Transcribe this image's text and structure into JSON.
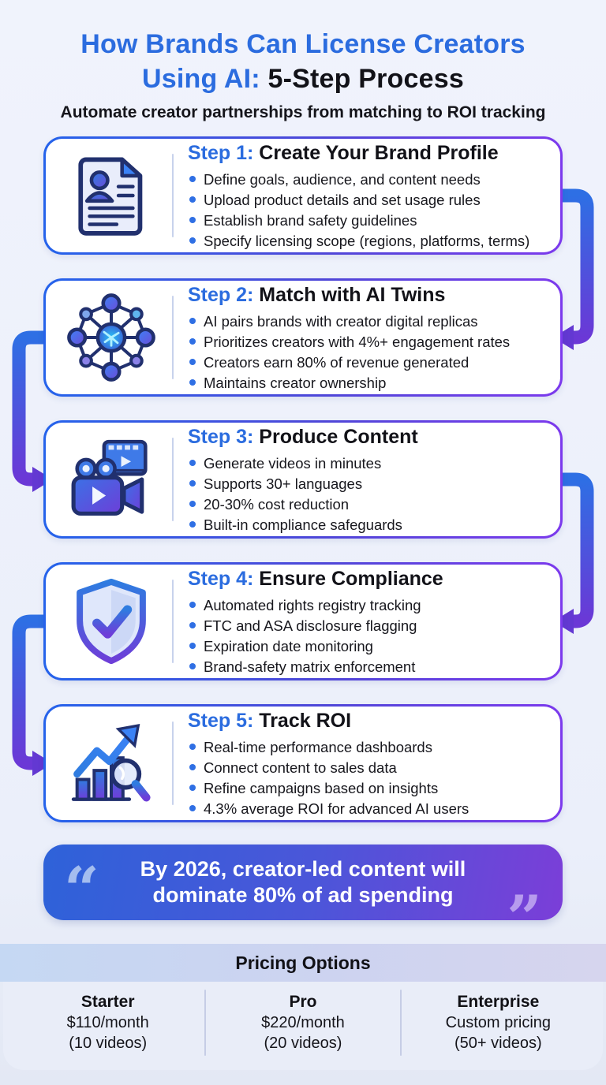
{
  "header": {
    "title_line1": "How Brands Can License Creators",
    "title_line2_blue": "Using AI:",
    "title_line2_dark": " 5-Step Process",
    "subtitle": "Automate creator partnerships from matching to ROI tracking"
  },
  "steps": [
    {
      "label": "Step 1:",
      "title": " Create Your Brand Profile",
      "icon": "profile-document-icon",
      "bullets": [
        "Define goals, audience, and content needs",
        "Upload product details and set usage rules",
        "Establish brand safety guidelines",
        "Specify licensing scope (regions, platforms, terms)"
      ]
    },
    {
      "label": "Step 2:",
      "title": " Match with AI Twins",
      "icon": "ai-network-icon",
      "bullets": [
        "AI pairs brands with creator digital replicas",
        "Prioritizes creators with 4%+ engagement rates",
        "Creators earn 80% of revenue generated",
        "Maintains creator ownership"
      ]
    },
    {
      "label": "Step 3:",
      "title": " Produce Content",
      "icon": "video-camera-icon",
      "bullets": [
        "Generate videos in minutes",
        "Supports 30+ languages",
        "20-30% cost reduction",
        "Built-in compliance safeguards"
      ]
    },
    {
      "label": "Step 4:",
      "title": " Ensure Compliance",
      "icon": "shield-check-icon",
      "bullets": [
        "Automated rights registry tracking",
        "FTC and ASA disclosure flagging",
        "Expiration date monitoring",
        "Brand-safety matrix enforcement"
      ]
    },
    {
      "label": "Step 5:",
      "title": " Track ROI",
      "icon": "roi-chart-icon",
      "bullets": [
        "Real-time performance dashboards",
        "Connect content to sales data",
        "Refine campaigns based on insights",
        "4.3% average ROI for advanced AI users"
      ]
    }
  ],
  "quote": {
    "line1": "By 2026, creator-led content will",
    "line2": "dominate 80% of ad spending",
    "open_mark": "“",
    "close_mark": "”"
  },
  "pricing": {
    "title": "Pricing Options",
    "tiers": [
      {
        "name": "Starter",
        "price": "$110/month",
        "videos": "(10 videos)"
      },
      {
        "name": "Pro",
        "price": "$220/month",
        "videos": "(20 videos)"
      },
      {
        "name": "Enterprise",
        "price": "Custom pricing",
        "videos": "(50+ videos)"
      }
    ]
  },
  "colors": {
    "title_blue": "#2b6cdf",
    "heading_dark": "#121218",
    "card_border_start": "#2563eb",
    "card_border_end": "#7c3aed",
    "bullet_dot": "#2f6fe4",
    "quote_gradient_start": "#2e62d9",
    "quote_gradient_end": "#7b3ed8",
    "pricing_header_start": "#c5d8f3",
    "pricing_header_end": "#d6d5ee",
    "page_background": "#edf1fb"
  }
}
